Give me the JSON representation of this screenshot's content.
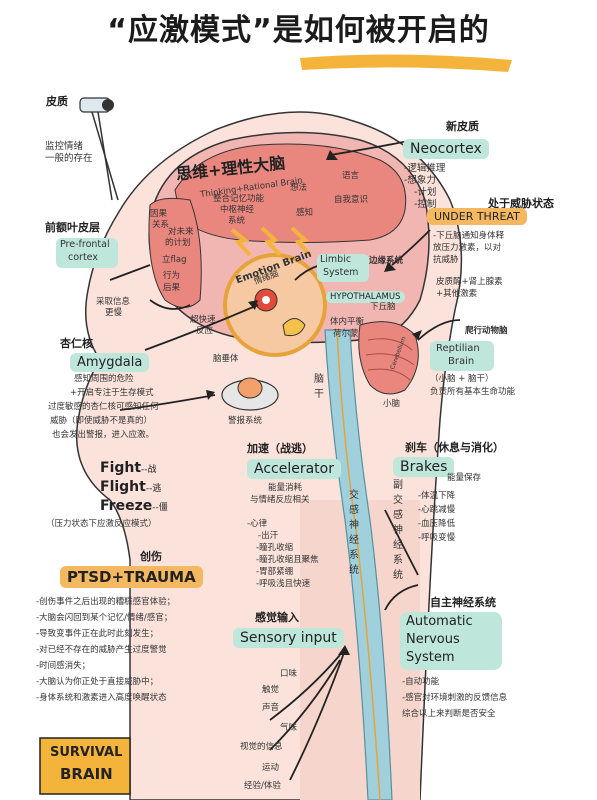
{
  "title": "“应激模式”是如何被开启的",
  "colors": {
    "brain_pink": "#f2b6b2",
    "cortex": "#e9877f",
    "mint": "#bfe6da",
    "orange": "#f4b860",
    "amygdala": "#e24b3b",
    "spine": "#9fd0dc"
  },
  "cortex": {
    "label": "皮质",
    "desc_line1": "监控情绪",
    "desc_line2": "一般的存在"
  },
  "neocortex": {
    "cn": "新皮质",
    "en": "Neocortex",
    "items": [
      "-逻辑推理",
      "-想象力",
      "-计划",
      "-控制"
    ]
  },
  "thinking_brain": {
    "cn": "思维+理性大脑",
    "en": "Thinking+Rational Brain",
    "inner": [
      "整合记忆功能",
      "中枢神经",
      "系统",
      "想法",
      "语言",
      "自我意识",
      "感知"
    ]
  },
  "under_threat": {
    "cn": "处于威胁状态",
    "en": "UNDER THREAT",
    "items": [
      "-下丘脑通知身体释",
      "放压力激素，以对",
      "抗威胁",
      "皮质醇+肾上腺素",
      "+其他激素"
    ]
  },
  "prefrontal": {
    "cn": "前额叶皮层",
    "en_line1": "Pre-frontal",
    "en_line2": "cortex",
    "inner": [
      "因果",
      "关系",
      "对未来",
      "的计划",
      "立flag",
      "行为",
      "后果"
    ],
    "note_line1": "采取信息",
    "note_line2": "更慢"
  },
  "limbic": {
    "en_line1": "Limbic",
    "cn": "边缘系统",
    "en_line2": "System",
    "emotion_en": "Emotion Brain",
    "emotion_cn": "情绪脑",
    "hypothalamus_en": "HYPOTHALAMUS",
    "hypothalamus_cn": "下丘脑",
    "homeo_line1": "体内平衡",
    "homeo_line2": "荷尔蒙",
    "fast_line1": "超快速",
    "fast_line2": "反应",
    "pituitary": "脑垂体",
    "brainstem": "脑干",
    "reticular": "警报系统"
  },
  "reptilian": {
    "cn": "爬行动物脑",
    "en_line1": "Reptilian",
    "en_line2": "Brain",
    "sub": "（小脑 + 脑干）",
    "desc": "负责所有基本生命功能",
    "cerebellum": "小脑",
    "cerebellum_en": "Cerebellum"
  },
  "amygdala": {
    "cn": "杏仁核",
    "en": "Amygdala",
    "lines": [
      "感知周围的危险",
      "+开启专注于生存模式",
      "过度敏感的杏仁核可感知任何",
      "威胁（即使威胁不是真的）",
      "也会发出警报，进入应激。"
    ],
    "fight": "Fight",
    "fight_cn": "--战",
    "flight": "Flight",
    "flight_cn": "--逃",
    "freeze": "Freeze",
    "freeze_cn": "--僵",
    "footer": "（压力状态下应激反应模式）"
  },
  "accelerator": {
    "cn": "加速（战逃）",
    "en": "Accelerator",
    "line1": "能量消耗",
    "line2": "与情绪反应相关",
    "items": [
      "-心律",
      "-出汗",
      "-瞳孔收缩",
      "-瞳孔收缩且聚焦",
      "-胃部紧绷",
      "-呼吸浅且快速"
    ],
    "sympathetic": "交感神经系统"
  },
  "brakes": {
    "cn": "刹车（休息与消化）",
    "en": "Brakes",
    "line1": "能量保存",
    "items": [
      "-体温下降",
      "-心跳减慢",
      "-血压降低",
      "-呼吸变慢"
    ],
    "parasympathetic": "副交感神经系统"
  },
  "ptsd": {
    "cn": "创伤",
    "en": "PTSD+TRAUMA",
    "items": [
      "-创伤事件之后出现的糟糕感官体验；",
      "-大脑会闪回到某个记忆/情绪/感官；",
      "-导致变事件正在此时此刻发生；",
      "-对已经不存在的威胁产生过度警觉",
      "-时间感消失；",
      "-大脑认为你正处于直接威胁中；",
      "-身体系统和激素进入高度唤醒状态"
    ]
  },
  "sensory": {
    "cn": "感觉输入",
    "en": "Sensory input",
    "items": [
      "口味",
      "触觉",
      "声音",
      "气味",
      "视觉的信息",
      "运动",
      "经验/体验"
    ]
  },
  "ans": {
    "cn": "自主神经系统",
    "en_line1": "Automatic",
    "en_line2": "Nervous",
    "en_line3": "System",
    "items": [
      "-自动功能",
      "-感官对环境刺激的反馈信息",
      "综合以上来判断是否安全"
    ]
  },
  "badge": {
    "line1": "SURVIVAL",
    "line2": "BRAIN"
  }
}
